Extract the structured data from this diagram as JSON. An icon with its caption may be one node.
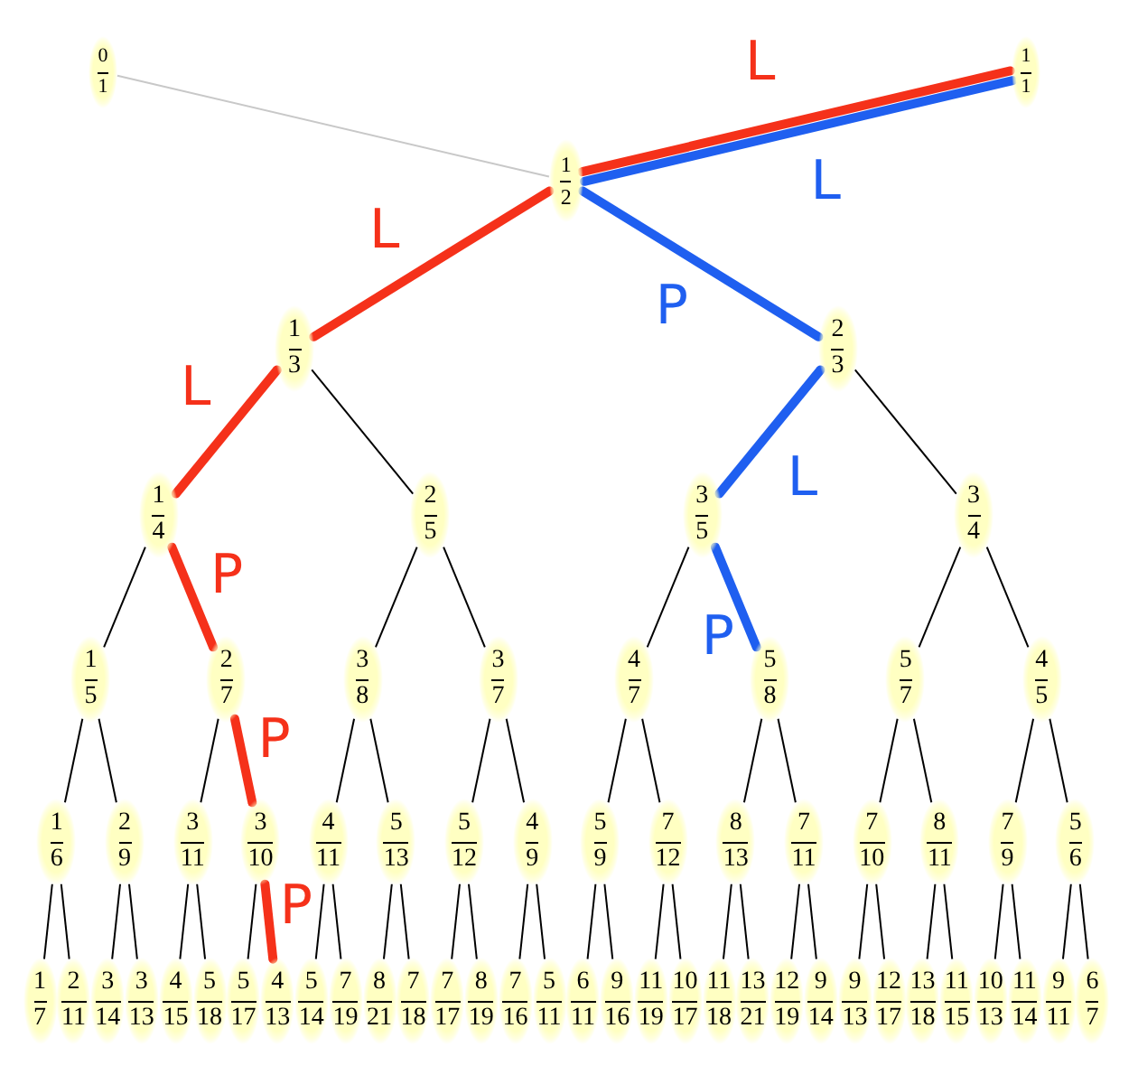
{
  "diagram": {
    "nodes": [
      {
        "text": [
          "0",
          "1"
        ]
      },
      {
        "text": [
          "1",
          "1"
        ]
      },
      {
        "text": [
          "1",
          "2"
        ]
      },
      {
        "text": [
          "1",
          "3"
        ]
      },
      {
        "text": [
          "2",
          "3"
        ]
      },
      {
        "text": [
          "1",
          "4"
        ]
      },
      {
        "text": [
          "2",
          "5"
        ]
      },
      {
        "text": [
          "3",
          "5"
        ]
      },
      {
        "text": [
          "3",
          "4"
        ]
      },
      {
        "text": [
          "1",
          "5"
        ]
      },
      {
        "text": [
          "2",
          "7"
        ]
      },
      {
        "text": [
          "3",
          "8"
        ]
      },
      {
        "text": [
          "3",
          "7"
        ]
      },
      {
        "text": [
          "4",
          "7"
        ]
      },
      {
        "text": [
          "5",
          "8"
        ]
      },
      {
        "text": [
          "5",
          "7"
        ]
      },
      {
        "text": [
          "4",
          "5"
        ]
      },
      {
        "text": [
          "1",
          "6"
        ]
      },
      {
        "text": [
          "2",
          "9"
        ]
      },
      {
        "text": [
          "3",
          "11"
        ]
      },
      {
        "text": [
          "3",
          "10"
        ]
      },
      {
        "text": [
          "4",
          "11"
        ]
      },
      {
        "text": [
          "5",
          "13"
        ]
      },
      {
        "text": [
          "5",
          "12"
        ]
      },
      {
        "text": [
          "4",
          "9"
        ]
      },
      {
        "text": [
          "5",
          "9"
        ]
      },
      {
        "text": [
          "7",
          "12"
        ]
      },
      {
        "text": [
          "8",
          "13"
        ]
      },
      {
        "text": [
          "7",
          "11"
        ]
      },
      {
        "text": [
          "7",
          "10"
        ]
      },
      {
        "text": [
          "8",
          "11"
        ]
      },
      {
        "text": [
          "7",
          "9"
        ]
      },
      {
        "text": [
          "5",
          "6"
        ]
      },
      {
        "text": [
          "1",
          "7"
        ]
      },
      {
        "text": [
          "2",
          "11"
        ]
      },
      {
        "text": [
          "3",
          "14"
        ]
      },
      {
        "text": [
          "3",
          "13"
        ]
      },
      {
        "text": [
          "4",
          "15"
        ]
      },
      {
        "text": [
          "5",
          "18"
        ]
      },
      {
        "text": [
          "5",
          "17"
        ]
      },
      {
        "text": [
          "4",
          "13"
        ]
      },
      {
        "text": [
          "5",
          "14"
        ]
      },
      {
        "text": [
          "7",
          "19"
        ]
      },
      {
        "text": [
          "8",
          "21"
        ]
      },
      {
        "text": [
          "7",
          "18"
        ]
      },
      {
        "text": [
          "7",
          "17"
        ]
      },
      {
        "text": [
          "8",
          "19"
        ]
      },
      {
        "text": [
          "7",
          "16"
        ]
      },
      {
        "text": [
          "5",
          "11"
        ]
      },
      {
        "text": [
          "6",
          "11"
        ]
      },
      {
        "text": [
          "9",
          "16"
        ]
      },
      {
        "text": [
          "11",
          "19"
        ]
      },
      {
        "text": [
          "10",
          "17"
        ]
      },
      {
        "text": [
          "11",
          "18"
        ]
      },
      {
        "text": [
          "13",
          "21"
        ]
      },
      {
        "text": [
          "12",
          "19"
        ]
      },
      {
        "text": [
          "9",
          "14"
        ]
      },
      {
        "text": [
          "9",
          "13"
        ]
      },
      {
        "text": [
          "12",
          "17"
        ]
      },
      {
        "text": [
          "13",
          "18"
        ]
      },
      {
        "text": [
          "11",
          "15"
        ]
      },
      {
        "text": [
          "10",
          "13"
        ]
      },
      {
        "text": [
          "11",
          "14"
        ]
      },
      {
        "text": [
          "9",
          "11"
        ]
      },
      {
        "text": [
          "6",
          "7"
        ]
      }
    ],
    "edges": [
      {
        "from": 0,
        "to": 2,
        "arrow": "none",
        "color": "#c8c8c8"
      },
      {
        "from": 1,
        "to": 2,
        "arrow": "none",
        "label": "L",
        "style": "thick",
        "color": "#f5311a"
      },
      {
        "from": 1,
        "to": 2,
        "arrow": "none",
        "label": "L",
        "style": "thick",
        "color": "#1f5ff0"
      },
      {
        "from": 2,
        "to": 3,
        "arrow": "none",
        "label": "L",
        "style": "thick",
        "color": "#f5311a"
      },
      {
        "from": 2,
        "to": 4,
        "arrow": "none",
        "label": "P",
        "style": "thick",
        "color": "#1f5ff0"
      },
      {
        "from": 3,
        "to": 5,
        "arrow": "none",
        "label": "L",
        "style": "thick",
        "color": "#f5311a"
      },
      {
        "from": 3,
        "to": 6,
        "arrow": "none"
      },
      {
        "from": 4,
        "to": 7,
        "arrow": "none",
        "label": "L",
        "style": "thick",
        "color": "#1f5ff0"
      },
      {
        "from": 4,
        "to": 8,
        "arrow": "none"
      },
      {
        "from": 5,
        "to": 9,
        "arrow": "none"
      },
      {
        "from": 5,
        "to": 10,
        "arrow": "none",
        "label": "P",
        "style": "thick",
        "color": "#f5311a"
      },
      {
        "from": 6,
        "to": 11,
        "arrow": "none"
      },
      {
        "from": 6,
        "to": 12,
        "arrow": "none"
      },
      {
        "from": 7,
        "to": 13,
        "arrow": "none"
      },
      {
        "from": 7,
        "to": 14,
        "arrow": "none",
        "label": "P",
        "style": "thick",
        "color": "#1f5ff0"
      },
      {
        "from": 8,
        "to": 15,
        "arrow": "none"
      },
      {
        "from": 8,
        "to": 16,
        "arrow": "none"
      },
      {
        "from": 9,
        "to": 17,
        "arrow": "none"
      },
      {
        "from": 9,
        "to": 18,
        "arrow": "none"
      },
      {
        "from": 10,
        "to": 19,
        "arrow": "none"
      },
      {
        "from": 10,
        "to": 20,
        "arrow": "none",
        "label": "P",
        "style": "thick",
        "color": "#f5311a"
      },
      {
        "from": 11,
        "to": 21,
        "arrow": "none"
      },
      {
        "from": 11,
        "to": 22,
        "arrow": "none"
      },
      {
        "from": 12,
        "to": 23,
        "arrow": "none"
      },
      {
        "from": 12,
        "to": 24,
        "arrow": "none"
      },
      {
        "from": 13,
        "to": 25,
        "arrow": "none"
      },
      {
        "from": 13,
        "to": 26,
        "arrow": "none"
      },
      {
        "from": 14,
        "to": 27,
        "arrow": "none"
      },
      {
        "from": 14,
        "to": 28,
        "arrow": "none"
      },
      {
        "from": 15,
        "to": 29,
        "arrow": "none"
      },
      {
        "from": 15,
        "to": 30,
        "arrow": "none"
      },
      {
        "from": 16,
        "to": 31,
        "arrow": "none"
      },
      {
        "from": 16,
        "to": 32,
        "arrow": "none"
      },
      {
        "from": 17,
        "to": 33,
        "arrow": "none"
      },
      {
        "from": 17,
        "to": 34,
        "arrow": "none"
      },
      {
        "from": 18,
        "to": 35,
        "arrow": "none"
      },
      {
        "from": 18,
        "to": 36,
        "arrow": "none"
      },
      {
        "from": 19,
        "to": 37,
        "arrow": "none"
      },
      {
        "from": 19,
        "to": 38,
        "arrow": "none"
      },
      {
        "from": 20,
        "to": 39,
        "arrow": "none"
      },
      {
        "from": 20,
        "to": 40,
        "arrow": "none",
        "label": "P",
        "style": "thick",
        "color": "#f5311a"
      },
      {
        "from": 21,
        "to": 41,
        "arrow": "none"
      },
      {
        "from": 21,
        "to": 42,
        "arrow": "none"
      },
      {
        "from": 22,
        "to": 43,
        "arrow": "none"
      },
      {
        "from": 22,
        "to": 44,
        "arrow": "none"
      },
      {
        "from": 23,
        "to": 45,
        "arrow": "none"
      },
      {
        "from": 23,
        "to": 46,
        "arrow": "none"
      },
      {
        "from": 24,
        "to": 47,
        "arrow": "none"
      },
      {
        "from": 24,
        "to": 48,
        "arrow": "none"
      },
      {
        "from": 25,
        "to": 49,
        "arrow": "none"
      },
      {
        "from": 25,
        "to": 50,
        "arrow": "none"
      },
      {
        "from": 26,
        "to": 51,
        "arrow": "none"
      },
      {
        "from": 26,
        "to": 52,
        "arrow": "none"
      },
      {
        "from": 27,
        "to": 53,
        "arrow": "none"
      },
      {
        "from": 27,
        "to": 54,
        "arrow": "none"
      },
      {
        "from": 28,
        "to": 55,
        "arrow": "none"
      },
      {
        "from": 28,
        "to": 56,
        "arrow": "none"
      },
      {
        "from": 29,
        "to": 57,
        "arrow": "none"
      },
      {
        "from": 29,
        "to": 58,
        "arrow": "none"
      },
      {
        "from": 30,
        "to": 59,
        "arrow": "none"
      },
      {
        "from": 30,
        "to": 60,
        "arrow": "none"
      },
      {
        "from": 31,
        "to": 61,
        "arrow": "none"
      },
      {
        "from": 31,
        "to": 62,
        "arrow": "none"
      },
      {
        "from": 32,
        "to": 63,
        "arrow": "none"
      },
      {
        "from": 32,
        "to": 64,
        "arrow": "none"
      }
    ]
  }
}
